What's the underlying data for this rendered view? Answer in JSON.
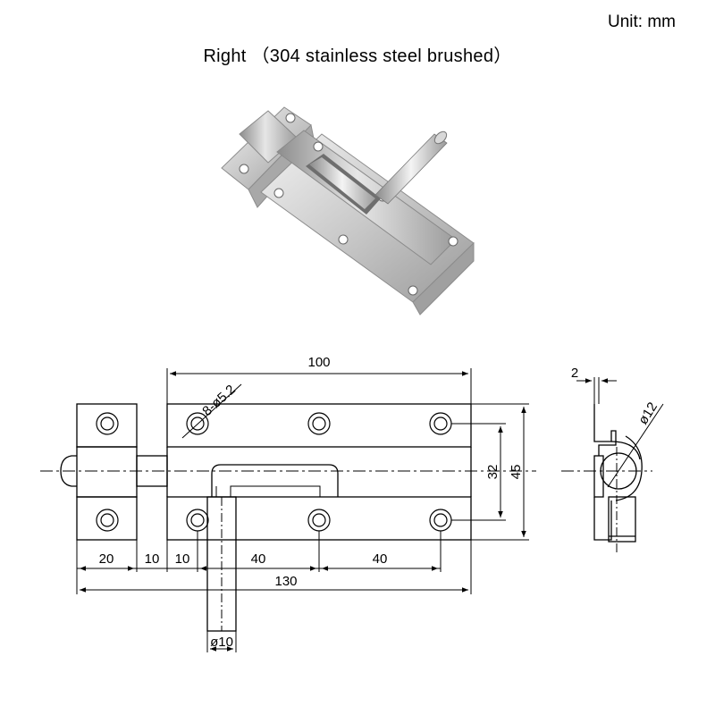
{
  "header": {
    "unit_label": "Unit:  mm",
    "title": "Right （304 stainless steel brushed）"
  },
  "drawing": {
    "dim_overall_length": "100",
    "dim_hole_spec": "8-ø5.2",
    "dim_bolt_diameter_side": "ø12",
    "dim_plate_thickness": "2",
    "dim_inner_height": "32",
    "dim_outer_height": "45",
    "dim_keeper_width": "20",
    "dim_gap_1": "10",
    "dim_gap_2": "10",
    "dim_hole_pitch_1": "40",
    "dim_hole_pitch_2": "40",
    "dim_total_length": "130",
    "dim_handle_diameter": "ø10"
  },
  "colors": {
    "line": "#000000",
    "steel_light": "#dcdcdc",
    "steel_mid": "#b5b5b5",
    "steel_dark": "#7d7d7d"
  }
}
